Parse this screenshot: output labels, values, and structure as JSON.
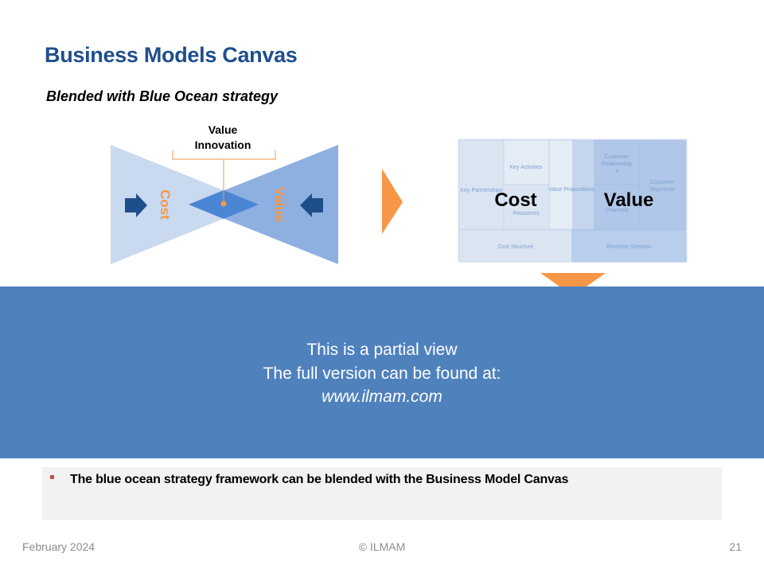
{
  "slide": {
    "title": "Business Models Canvas",
    "subtitle": "Blended with Blue Ocean strategy"
  },
  "left_diagram": {
    "innovation_line1": "Value",
    "innovation_line2": "Innovation",
    "cost_label": "Cost",
    "value_label": "Value",
    "colors": {
      "light_wedge": "#c9d9ef",
      "dark_wedge": "#8eb0e0",
      "overlap": "#4a86d4",
      "arrow": "#1f4e8c",
      "accent": "#f79646"
    }
  },
  "canvas": {
    "cost_label": "Cost",
    "value_label": "Value",
    "cells": {
      "key_partnerships": "Key Partnerships",
      "key_activities": "Key Activities",
      "key_resources": "Resources",
      "value_propositions": "Value Propositions",
      "customer_relationships_1": "Customer",
      "customer_relationships_2": "Relationship",
      "customer_relationships_3": "s",
      "channels": "Channels",
      "customer_segments_1": "Customer",
      "customer_segments_2": "Segments",
      "cost_structure": "Cost Structure",
      "revenue_streams": "Revenue Streams"
    }
  },
  "overlay": {
    "line1": "This is a partial view",
    "line2": "The full version can be found at:",
    "line3": "www.ilmam.com"
  },
  "bullet": {
    "text": "The blue ocean strategy framework can be blended with the Business Model Canvas"
  },
  "footer": {
    "date": "February 2024",
    "copyright": "© ILMAM",
    "page": "21"
  }
}
